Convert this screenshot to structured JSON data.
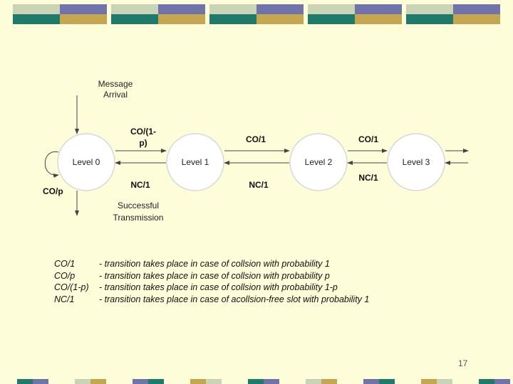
{
  "colors": {
    "background": "#fdfdd9",
    "band_teal": "#1f7a6a",
    "band_purple": "#6f73a8",
    "band_light": "#c9d3b6",
    "band_gold": "#c4a651",
    "node_fill": "#ffffff",
    "node_stroke": "#d8d8d8",
    "arrow": "#444444"
  },
  "diagram": {
    "nodes": {
      "level0": "Level  0",
      "level1": "Level 1",
      "level2": "Level 2",
      "level3": "Level 3"
    },
    "labels": {
      "message_arrival_1": "Message",
      "message_arrival_2": "Arrival",
      "co_1_minus_p_a": "CO/(1-",
      "co_1_minus_p_b": "p)",
      "co_p": "CO/p",
      "nc_1_a": "NC/1",
      "co_1_a": "CO/1",
      "nc_1_b": "NC/1",
      "co_1_b": "CO/1",
      "nc_1_c": "NC/1",
      "success_1": "Successful",
      "success_2": "Transmission"
    }
  },
  "legend": [
    {
      "code": "CO/1",
      "desc": "- transition takes place  in case of collsion with probability  1"
    },
    {
      "code": "CO/p",
      "desc": "- transition takes place  in case of collsion with probability   p"
    },
    {
      "code": "CO/(1-p)",
      "desc": "- transition takes place  in case of collsion with probability 1-p"
    },
    {
      "code": "NC/1",
      "desc": "- transition takes place   in case of acollsion-free slot  with probability 1"
    }
  ],
  "page_number": "17"
}
